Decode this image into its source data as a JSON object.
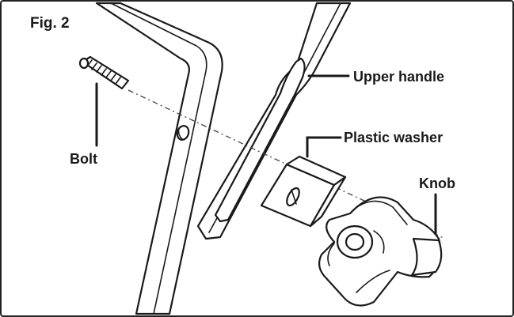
{
  "figure": {
    "label": "Fig. 2",
    "parts": {
      "bolt": "Bolt",
      "upper_handle": "Upper handle",
      "plastic_washer": "Plastic washer",
      "knob": "Knob"
    },
    "colors": {
      "ink": "#1a1a1a",
      "background": "#ffffff"
    }
  }
}
